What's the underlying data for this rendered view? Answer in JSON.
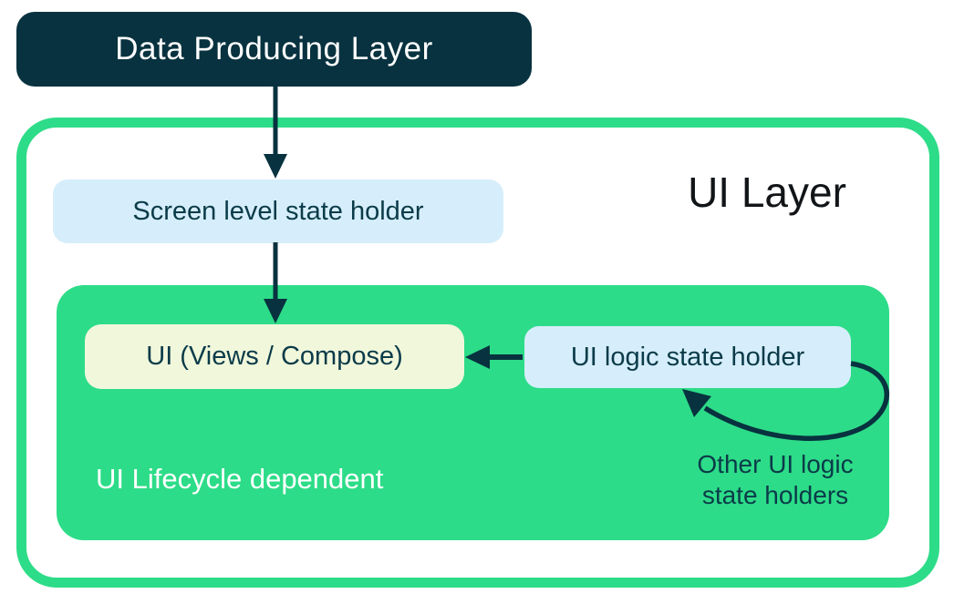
{
  "diagram": {
    "data_producing": {
      "label": "Data Producing Layer"
    },
    "ui_layer": {
      "title": "UI Layer",
      "screen_state_holder": {
        "label": "Screen level state holder"
      },
      "lifecycle_region": {
        "caption": "UI Lifecycle dependent",
        "ui_views_compose": {
          "label": "UI (Views / Compose)"
        },
        "ui_logic_state_holder": {
          "label": "UI logic state holder"
        },
        "other_holders_note": {
          "line1": "Other UI logic",
          "line2": "state holders"
        }
      }
    },
    "relationships": [
      {
        "from": "Data Producing Layer",
        "to": "Screen level state holder",
        "style": "straight-down"
      },
      {
        "from": "Screen level state holder",
        "to": "UI (Views / Compose)",
        "style": "straight-down"
      },
      {
        "from": "UI logic state holder",
        "to": "UI (Views / Compose)",
        "style": "straight-left"
      },
      {
        "from": "Other UI logic state holders",
        "to": "UI logic state holder",
        "style": "curved-loop"
      }
    ],
    "colors": {
      "dark_navy": "#08323F",
      "green": "#2DDC88",
      "light_blue": "#D6EEFB",
      "cream": "#F1F7DB",
      "white": "#FFFFFF",
      "title_black": "#121518"
    }
  }
}
